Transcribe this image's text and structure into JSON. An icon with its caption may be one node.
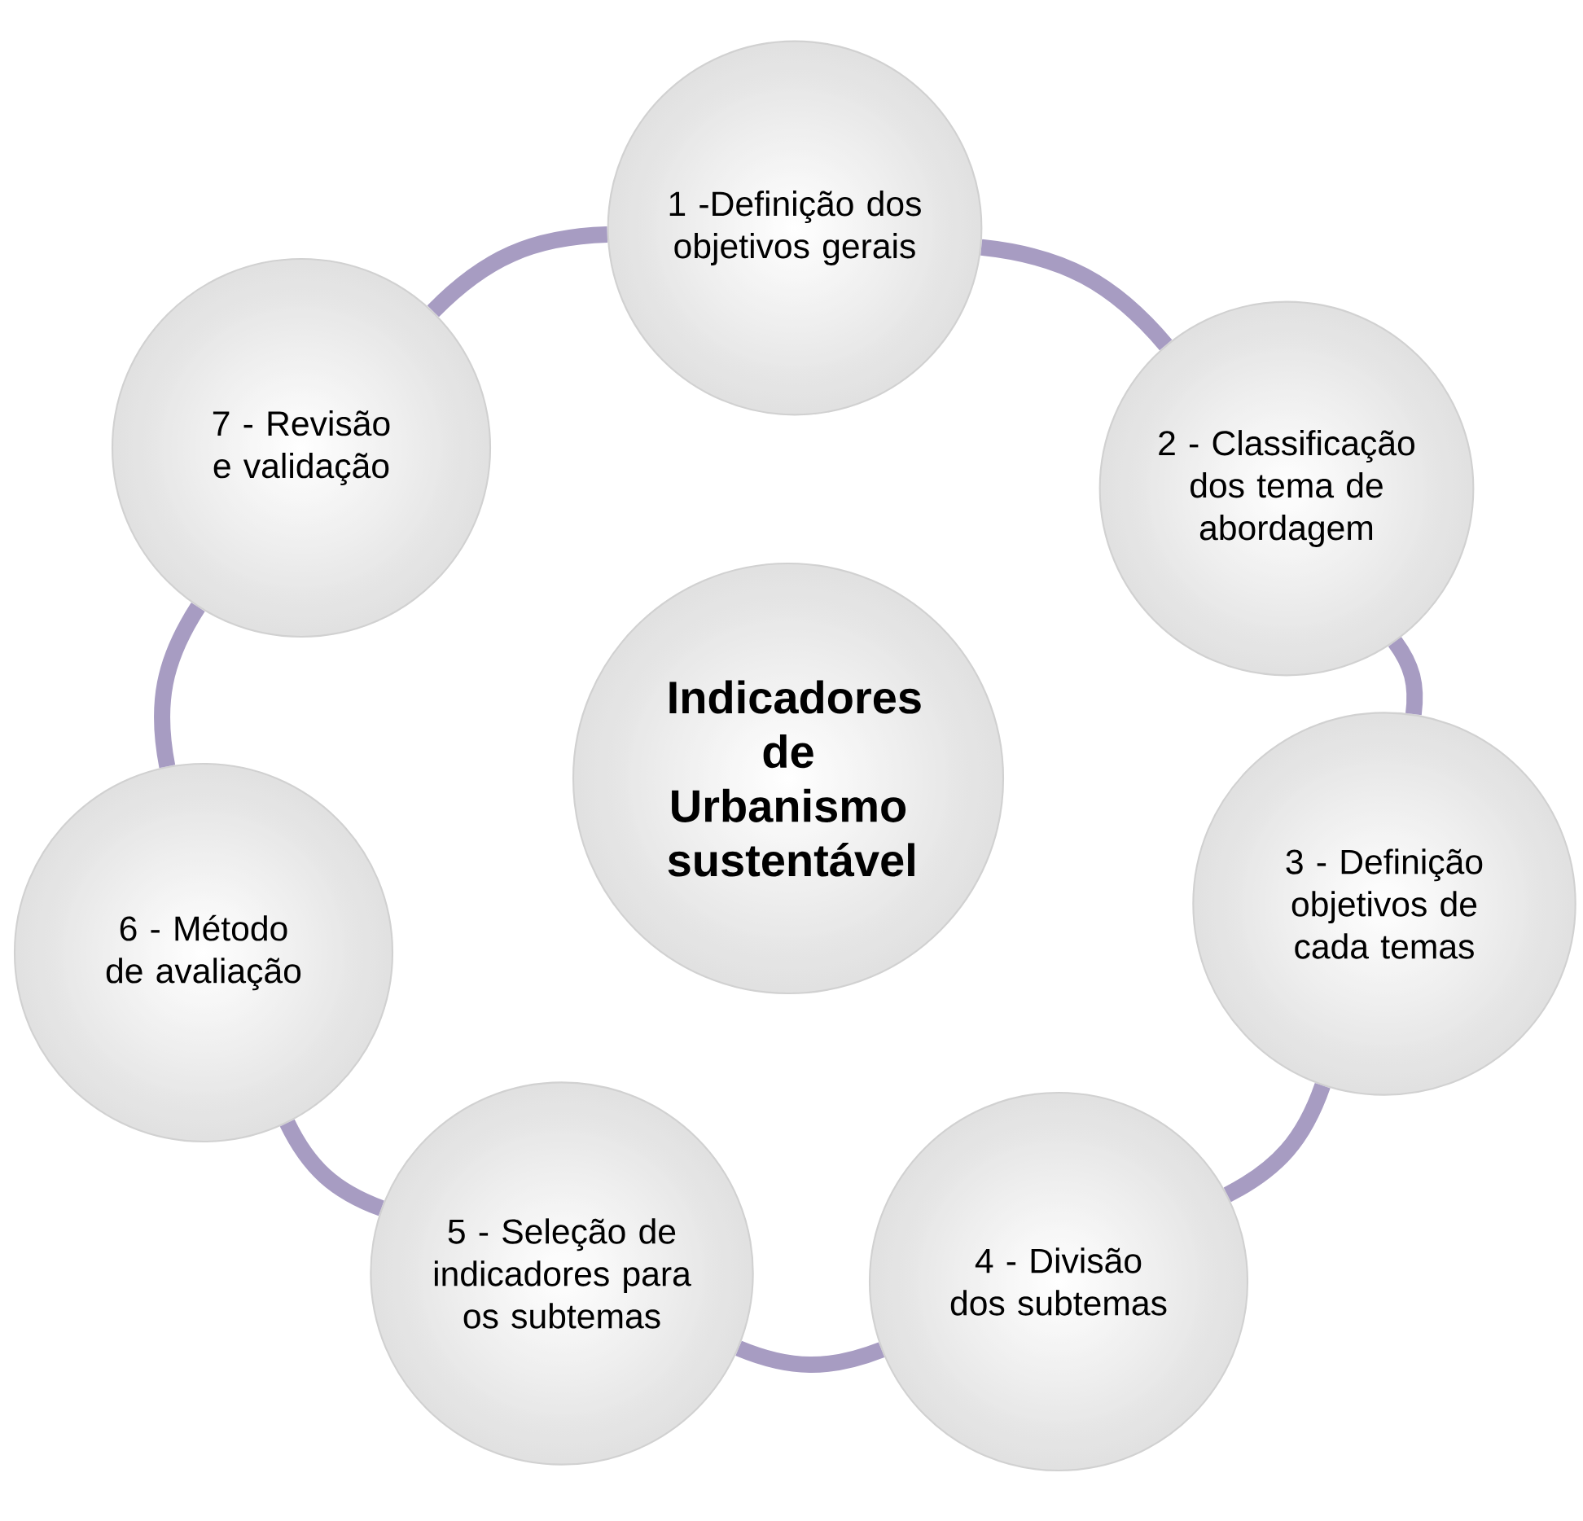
{
  "diagram": {
    "nodes": [
      {
        "text": [
          "1 -Definição dos objetivos gerais"
        ]
      },
      {
        "text": [
          "2 - Classificação dos tema de abordagem"
        ]
      },
      {
        "text": [
          "3 - Definição objetivos de cada temas"
        ]
      },
      {
        "text": [
          "4 - Divisão dos subtemas"
        ]
      },
      {
        "text": [
          "5 - Seleção de indicadores para os subtemas"
        ]
      },
      {
        "text": [
          "6 - Método de avaliação"
        ]
      },
      {
        "text": [
          "7 - Revisão e validação"
        ]
      },
      {
        "text": [
          "Indicadores de Urbanismo sustentável"
        ]
      }
    ],
    "edges": [
      {
        "from": 0,
        "to": 1,
        "arrow": "none"
      },
      {
        "from": 1,
        "to": 2,
        "arrow": "none"
      },
      {
        "from": 2,
        "to": 3,
        "arrow": "none"
      },
      {
        "from": 3,
        "to": 4,
        "arrow": "none"
      },
      {
        "from": 4,
        "to": 5,
        "arrow": "none"
      },
      {
        "from": 5,
        "to": 6,
        "arrow": "none"
      },
      {
        "from": 6,
        "to": 0,
        "arrow": "none"
      }
    ]
  }
}
